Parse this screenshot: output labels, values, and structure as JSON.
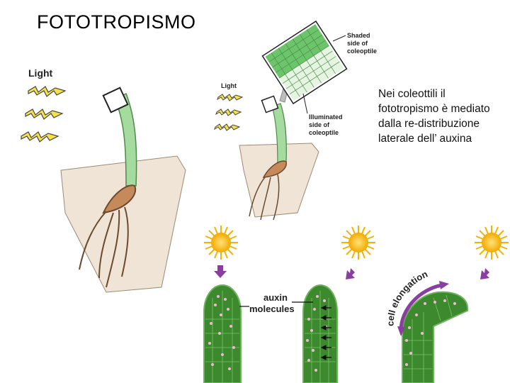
{
  "title": "FOTOTROPISMO",
  "caption": "Nei coleottili il fototropismo è mediato dalla re-distribuzione laterale dell’ auxina",
  "left_panel": {
    "light_label": "Light"
  },
  "middle_panel": {
    "light_label": "Light",
    "shaded_label": [
      "Shaded",
      "side of",
      "coleoptile"
    ],
    "illuminated_label": [
      "Illuminated",
      "side of",
      "coleoptile"
    ]
  },
  "bottom_panel": {
    "auxin_label": [
      "auxin",
      "molecules"
    ],
    "elongation_label": "cell elongation"
  },
  "colors": {
    "coleoptile_green": "#a6dba0",
    "soil": "#efe4d6",
    "sun": "#f2c420",
    "arrow_purple": "#8a3fa0",
    "tissue_green": "#3d8a2e"
  }
}
